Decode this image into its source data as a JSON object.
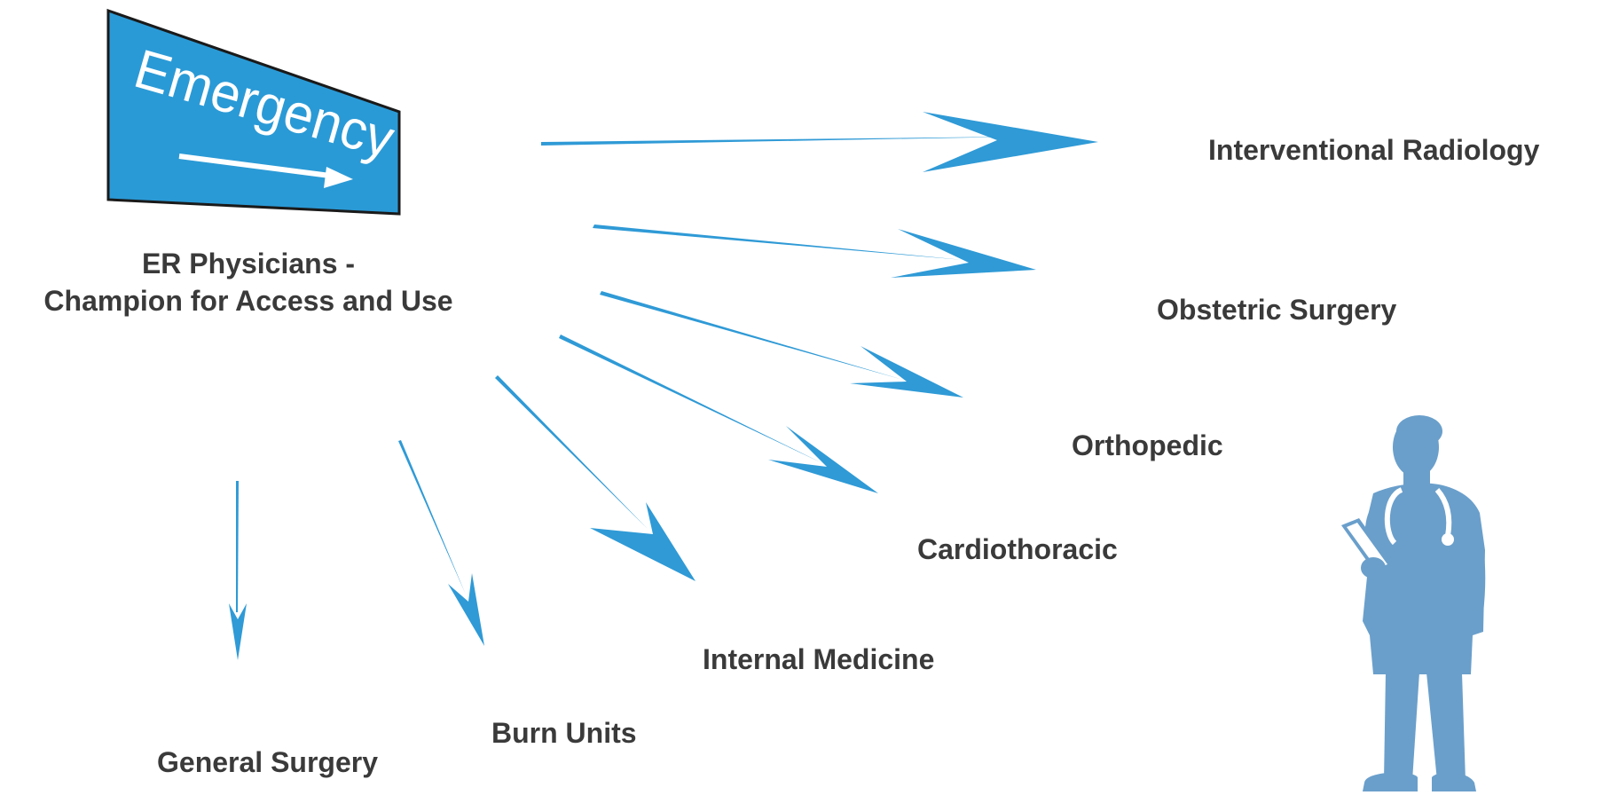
{
  "sign": {
    "text": "Emergency"
  },
  "source": {
    "line1": "ER Physicians -",
    "line2": "Champion for Access and Use"
  },
  "targets": {
    "interventional_radiology": "Interventional Radiology",
    "obstetric_surgery": "Obstetric Surgery",
    "orthopedic": "Orthopedic",
    "cardiothoracic": "Cardiothoracic",
    "internal_medicine": "Internal Medicine",
    "burn_units": "Burn Units",
    "general_surgery": "General Surgery"
  },
  "colors": {
    "arrow": "#2f9ad6",
    "sign": "#2a9ad6",
    "figure": "#6a9fcb",
    "text": "#3a3a3a"
  }
}
